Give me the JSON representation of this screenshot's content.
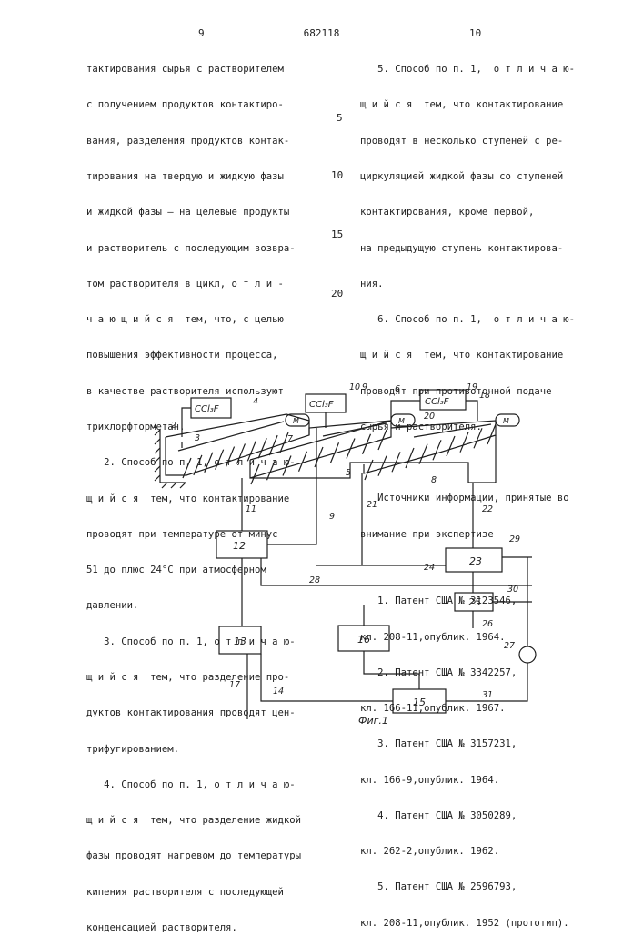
{
  "header": {
    "page_left": "9",
    "doc_number": "682118",
    "page_right": "10"
  },
  "left_column": [
    "тактирования сырья с растворителем",
    "с получением продуктов контактиро-",
    "вания, разделения продуктов контак-",
    "тирования на твердую и жидкую фазы",
    "и жидкой фазы – на целевые продукты",
    "и растворитель с последующим возвра-",
    "том растворителя в цикл, о т л и -",
    "ч а ю щ и й с я  тем, что, с целью",
    "повышения эффективности процесса,",
    "в качестве растворителя используют",
    "трихлорфторметан.",
    "   2. Способ по п. 1, о т л и ч а ю-",
    "щ и й с я  тем, что контактирование",
    "проводят при температуре от минус",
    "51 до плюс 24°С при атмосферном",
    "давлении.",
    "   3. Способ по п. 1, о т л и ч а ю-",
    "щ и й с я  тем, что разделение про-",
    "дуктов контактирования проводят цен-",
    "трифугированием.",
    "   4. Способ по п. 1, о т л и ч а ю-",
    "щ и й с я  тем, что разделение жидкой",
    "фазы проводят нагревом до температуры",
    "кипения растворителя с последующей",
    "конденсацией растворителя."
  ],
  "line_numbers": [
    "5",
    "10",
    "15",
    "20"
  ],
  "right_column": [
    "   5. Способ по п. 1,  о т л и ч а ю-",
    "щ и й с я  тем, что контактирование",
    "проводят в несколько ступеней с ре-",
    "циркуляцией жидкой фазы со ступеней",
    "контактирования, кроме первой,",
    "на предыдущую ступень контактирова-",
    "ния.",
    "   6. Способ по п. 1,  о т л и ч а ю-",
    "щ и й с я  тем, что контактирование",
    "проводят при противоточной подаче",
    "сырья и растворителя."
  ],
  "references": {
    "heading": [
      "   Источники информации, принятые во",
      "внимание при экспертизе"
    ],
    "items": [
      "   1. Патент США № 3123546,",
      "кл. 208-11,опублик. 1964.",
      "   2. Патент США № 3342257,",
      "кл. 166-11,опублик. 1967.",
      "   3. Патент США № 3157231,",
      "кл. 166-9,опублик. 1964.",
      "   4. Патент США № 3050289,",
      "кл. 262-2,опублик. 1962.",
      "   5. Патент США № 2596793,",
      "кл. 208-11,опублик. 1952 (прототип)."
    ]
  },
  "figure": {
    "caption": "Фиг.1",
    "solvent_label": "CCl₃F",
    "motor_label": "M",
    "block_labels": [
      "12",
      "13",
      "15",
      "16",
      "23",
      "25"
    ],
    "numeric_labels": [
      "1",
      "2",
      "3",
      "4",
      "5",
      "6",
      "7",
      "8",
      "9",
      "10",
      "9",
      "11",
      "14",
      "17",
      "18",
      "19",
      "20",
      "21",
      "22",
      "24",
      "26",
      "27",
      "28",
      "29",
      "30",
      "31"
    ]
  }
}
